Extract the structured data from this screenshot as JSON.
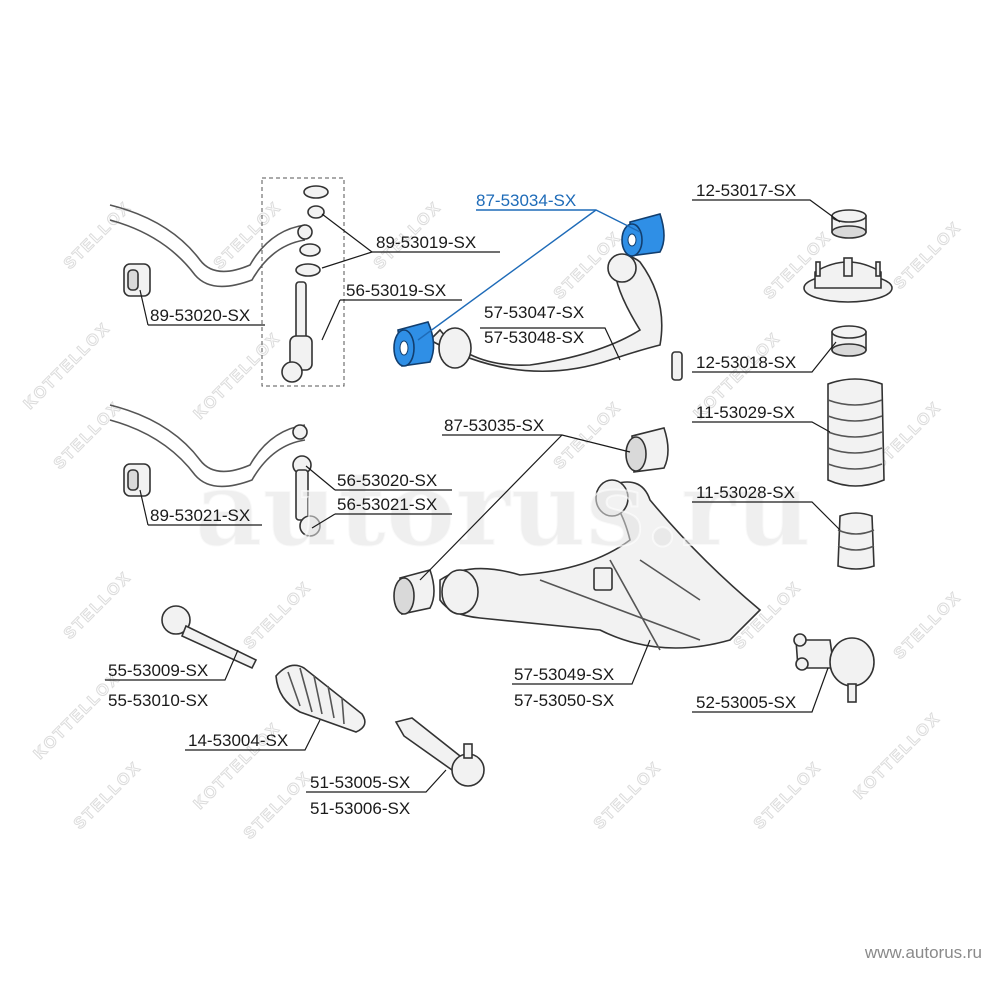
{
  "footer": {
    "url": "www.autorus.ru"
  },
  "watermark": {
    "big": "autorus.ru",
    "brand": "STELLOX",
    "brand_rev": "KOTTELLOX"
  },
  "colors": {
    "highlight": "#1e6bb8",
    "part_highlight": "#2f8fe6",
    "text": "#1a1a1a"
  },
  "labels": {
    "l_87_53034": "87-53034-SX",
    "l_12_53017": "12-53017-SX",
    "l_89_53019": "89-53019-SX",
    "l_56_53019": "56-53019-SX",
    "l_89_53020": "89-53020-SX",
    "l_57_53047": "57-53047-SX",
    "l_57_53048": "57-53048-SX",
    "l_12_53018": "12-53018-SX",
    "l_87_53035": "87-53035-SX",
    "l_11_53029": "11-53029-SX",
    "l_56_53020": "56-53020-SX",
    "l_56_53021": "56-53021-SX",
    "l_89_53021": "89-53021-SX",
    "l_11_53028": "11-53028-SX",
    "l_55_53009": "55-53009-SX",
    "l_55_53010": "55-53010-SX",
    "l_57_53049": "57-53049-SX",
    "l_57_53050": "57-53050-SX",
    "l_52_53005": "52-53005-SX",
    "l_14_53004": "14-53004-SX",
    "l_51_53005": "51-53005-SX",
    "l_51_53006": "51-53006-SX"
  }
}
